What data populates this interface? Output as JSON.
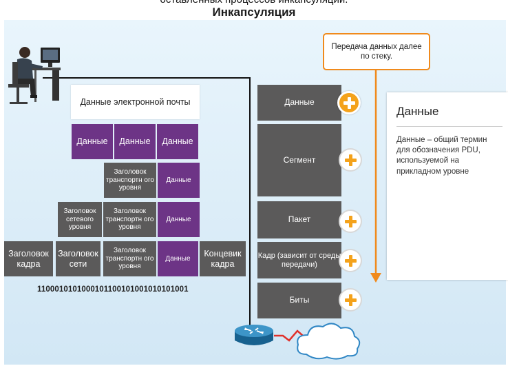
{
  "top_cut_text": "оставленных процессов инкапсуляции.",
  "title": "Инкапсуляция",
  "email_data": "Данные электронной почты",
  "segments_data": [
    "Данные",
    "Данные",
    "Данные"
  ],
  "transport_header": "Заголовок транспортн ого уровня",
  "data_label": "Данные",
  "network_header": "Заголовок сетевого уровня",
  "frame": {
    "frame_header": "Заголовок кадра",
    "network_header": "Заголовок сети",
    "trailer": "Концевик кадра"
  },
  "bits_string": "1100010101000101100101001010101001",
  "layers": [
    {
      "label": "Данные",
      "active": true
    },
    {
      "label": "Сегмент",
      "active": false
    },
    {
      "label": "Пакет",
      "active": false
    },
    {
      "label": "Кадр (зависит от среды передачи)",
      "active": false
    },
    {
      "label": "Биты",
      "active": false
    }
  ],
  "callout": "Передача данных далее по стеку.",
  "panel": {
    "title": "Данные",
    "body": "Данные – общий термин для обозначения PDU, используемой на прикладном уровне"
  },
  "colors": {
    "accent_orange": "#f4a21b",
    "pdu_purple": "#6d3486",
    "block_grey": "#5b5a5a",
    "background": "#dcedf8"
  },
  "icons": [
    "person-at-computer-icon",
    "router-icon",
    "cloud-icon",
    "plus-icon"
  ]
}
